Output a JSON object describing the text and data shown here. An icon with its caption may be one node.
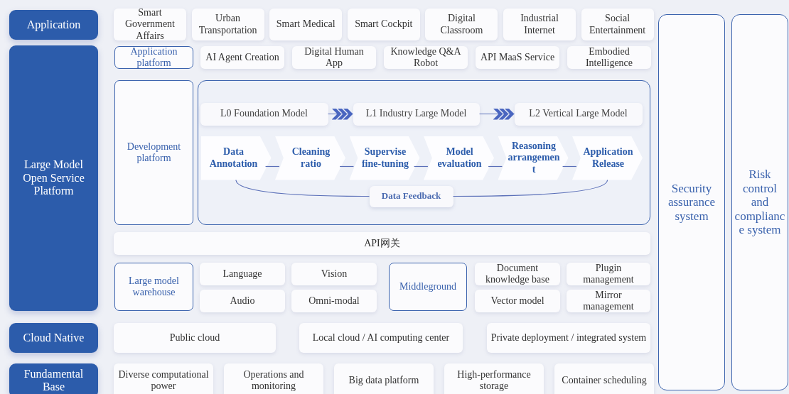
{
  "diagram": {
    "nodes": [
      {
        "text": [
          "Application"
        ]
      },
      {
        "text": [
          "Smart Government Affairs"
        ]
      },
      {
        "text": [
          "Urban Transportation"
        ]
      },
      {
        "text": [
          "Smart Medical"
        ]
      },
      {
        "text": [
          "Smart Cockpit"
        ]
      },
      {
        "text": [
          "Digital Classroom"
        ]
      },
      {
        "text": [
          "Industrial Internet"
        ]
      },
      {
        "text": [
          "Social Entertainment"
        ]
      },
      {
        "text": [
          "Large Model Open Service Platform"
        ]
      },
      {
        "text": [
          "Application platform"
        ]
      },
      {
        "text": [
          "AI Agent Creation"
        ]
      },
      {
        "text": [
          "Digital Human App"
        ]
      },
      {
        "text": [
          "Knowledge Q&A Robot"
        ]
      },
      {
        "text": [
          "API MaaS Service"
        ]
      },
      {
        "text": [
          "Embodied Intelligence"
        ]
      },
      {
        "text": [
          "Development platform"
        ]
      },
      {
        "text": [],
        "shape": "box"
      },
      {
        "text": [
          "L0 Foundation Model"
        ],
        "in": 16
      },
      {
        "text": [
          "L1 Industry Large Model"
        ],
        "in": 16
      },
      {
        "text": [
          "L2 Vertical Large Model"
        ],
        "in": 16
      },
      {
        "text": [
          "Data Annotation"
        ],
        "in": 16
      },
      {
        "text": [
          "Cleaning ratio"
        ],
        "in": 16
      },
      {
        "text": [
          "Supervise fine-tuning"
        ],
        "in": 16
      },
      {
        "text": [
          "Model evaluation"
        ],
        "in": 16
      },
      {
        "text": [
          "Reasoning arrangement"
        ],
        "in": 16
      },
      {
        "text": [
          "Application Release"
        ],
        "in": 16
      },
      {
        "text": [
          "Data Feedback"
        ],
        "in": 16
      },
      {
        "text": [
          "API网关"
        ]
      },
      {
        "text": [
          "Large model warehouse"
        ]
      },
      {
        "text": [
          "Language"
        ]
      },
      {
        "text": [
          "Vision"
        ]
      },
      {
        "text": [
          "Audio"
        ]
      },
      {
        "text": [
          "Omni-modal"
        ]
      },
      {
        "text": [
          "Middleground"
        ]
      },
      {
        "text": [
          "Document knowledge base"
        ]
      },
      {
        "text": [
          "Plugin management"
        ]
      },
      {
        "text": [
          "Vector model"
        ]
      },
      {
        "text": [
          "Mirror management"
        ]
      },
      {
        "text": [
          "Cloud Native"
        ]
      },
      {
        "text": [
          "Public cloud"
        ]
      },
      {
        "text": [
          "Local cloud / AI computing center"
        ]
      },
      {
        "text": [
          "Private deployment / integrated system"
        ]
      },
      {
        "text": [
          "Fundamental Base"
        ]
      },
      {
        "text": [
          "Diverse computational power"
        ]
      },
      {
        "text": [
          "Operations and monitoring"
        ]
      },
      {
        "text": [
          "Big data platform"
        ]
      },
      {
        "text": [
          "High-performance storage"
        ]
      },
      {
        "text": [
          "Container scheduling"
        ]
      },
      {
        "text": [
          "Security assurance system"
        ]
      },
      {
        "text": [
          "Risk control and compliance system"
        ]
      }
    ],
    "edges": [
      {
        "from": 17,
        "to": 18,
        "arrow": "to"
      },
      {
        "from": 18,
        "to": 19,
        "arrow": "to"
      },
      {
        "from": 20,
        "to": 21,
        "arrow": "none"
      },
      {
        "from": 21,
        "to": 22,
        "arrow": "none"
      },
      {
        "from": 22,
        "to": 23,
        "arrow": "none"
      },
      {
        "from": 23,
        "to": 24,
        "arrow": "none"
      },
      {
        "from": 24,
        "to": 25,
        "arrow": "none"
      },
      {
        "from": 25,
        "to": 26,
        "arrow": "none"
      },
      {
        "from": 26,
        "to": 20,
        "arrow": "none"
      }
    ]
  }
}
